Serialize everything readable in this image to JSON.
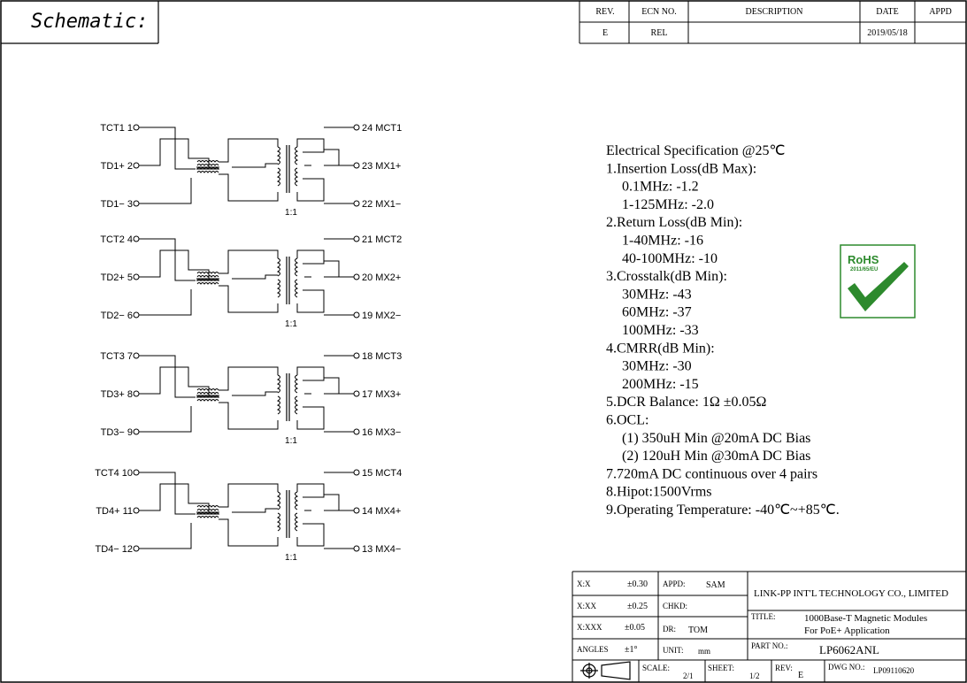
{
  "header": {
    "title": "Schematic:"
  },
  "revision_table": {
    "headers": [
      "REV.",
      "ECN NO.",
      "DESCRIPTION",
      "DATE",
      "APPD"
    ],
    "row": [
      "E",
      "REL",
      "",
      "2019/05/18",
      ""
    ]
  },
  "channels": [
    {
      "ct_left": "TCT1 1",
      "pos_left": "TD1+ 2",
      "neg_left": "TD1- 3",
      "ct_right": "24 MCT1",
      "pos_right": "23 MX1+",
      "neg_right": "22 MX1-",
      "ratio": "1:1"
    },
    {
      "ct_left": "TCT2 4",
      "pos_left": "TD2+ 5",
      "neg_left": "TD2- 6",
      "ct_right": "21 MCT2",
      "pos_right": "20 MX2+",
      "neg_right": "19 MX2-",
      "ratio": "1:1"
    },
    {
      "ct_left": "TCT3 7",
      "pos_left": "TD3+ 8",
      "neg_left": "TD3- 9",
      "ct_right": "18 MCT3",
      "pos_right": "17 MX3+",
      "neg_right": "16 MX3-",
      "ratio": "1:1"
    },
    {
      "ct_left": "TCT4 10",
      "pos_left": "TD4+ 11",
      "neg_left": "TD4- 12",
      "ct_right": "15 MCT4",
      "pos_right": "14 MX4+",
      "neg_right": "13 MX4-",
      "ratio": "1:1"
    }
  ],
  "spec": {
    "lines": [
      "Electrical Specification @25℃",
      "1.Insertion Loss(dB Max):",
      "  0.1MHz: -1.2",
      "  1-125MHz: -2.0",
      "2.Return Loss(dB Min):",
      "  1-40MHz: -16",
      "  40-100MHz: -10",
      "3.Crosstalk(dB Min):",
      "  30MHz: -43",
      "  60MHz: -37",
      "  100MHz: -33",
      "4.CMRR(dB Min):",
      "  30MHz: -30",
      "  200MHz: -15",
      "5.DCR Balance: 1Ω ±0.05Ω",
      "6.OCL:",
      "  (1) 350uH Min @20mA DC Bias",
      "  (2) 120uH Min @30mA DC Bias",
      "7.720mA DC continuous over 4 pairs",
      "8.Hipot:1500Vrms",
      "9.Operating Temperature: -40℃~+85℃."
    ]
  },
  "rohs": {
    "label": "RoHS",
    "sub": "2011/65/EU",
    "color": "#2d8a2d"
  },
  "title_block": {
    "tol_labels": [
      "X:X",
      "X:XX",
      "X:XXX",
      "ANGLES"
    ],
    "tol_values": [
      "±0.30",
      "±0.25",
      "±0.05",
      "±1°"
    ],
    "appd_label": "APPD:",
    "appd_value": "SAM",
    "chkd_label": "CHKD:",
    "chkd_value": "",
    "dr_label": "DR:",
    "dr_value": "TOM",
    "unit_label": "UNIT:",
    "unit_value": "mm",
    "company": "LINK-PP INT'L TECHNOLOGY CO., LIMITED",
    "title_label": "TITLE:",
    "title_line1": "1000Base-T Magnetic Modules",
    "title_line2": "For PoE+ Application",
    "part_label": "PART NO.:",
    "part_value": "LP6062ANL",
    "scale_label": "SCALE:",
    "scale_value": "2/1",
    "sheet_label": "SHEET:",
    "sheet_value": "1/2",
    "rev_label": "REV:",
    "rev_value": "E",
    "dwg_label": "DWG NO.:",
    "dwg_value": "LP09110620"
  }
}
